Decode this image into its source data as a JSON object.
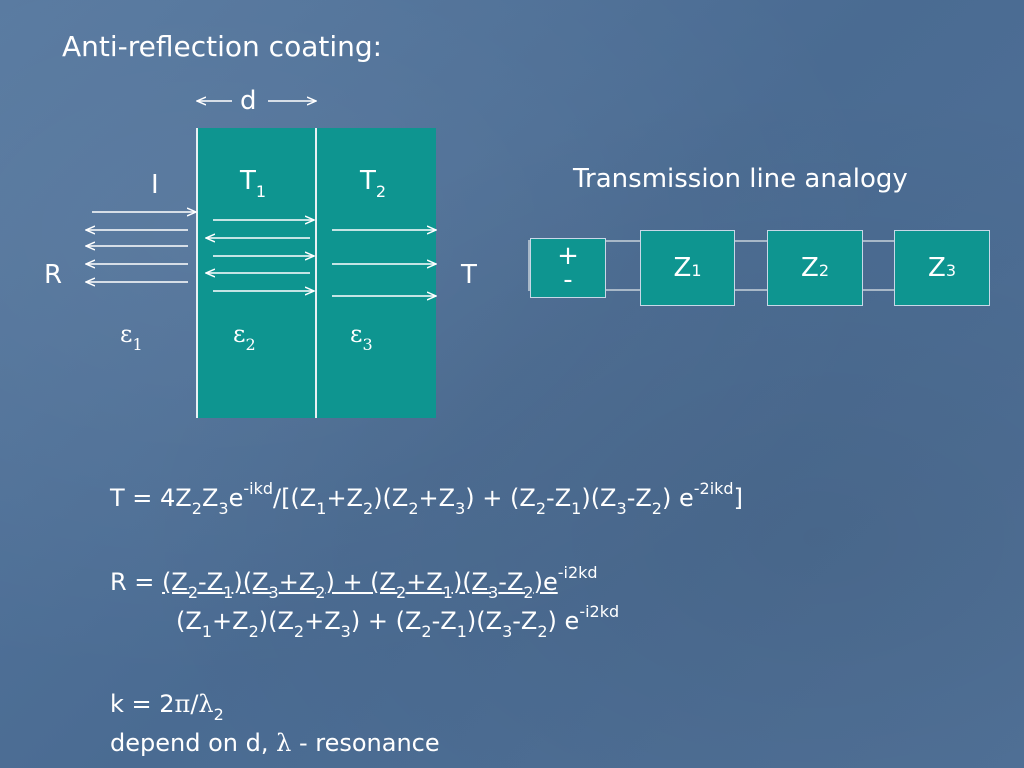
{
  "slide": {
    "title": "Anti-reflection coating:",
    "labels": {
      "d": "d",
      "incident": "I",
      "reflected": "R",
      "transmitted": "T",
      "t1_main": "T",
      "t1_sub": "1",
      "t2_main": "T",
      "t2_sub": "2",
      "eps_symbol": "ε",
      "eps1_sub": "1",
      "eps2_sub": "2",
      "eps3_sub": "3"
    },
    "analogy": {
      "title": "Transmission line analogy",
      "source_plus": "+",
      "source_minus": "-",
      "z_main": "Z",
      "z1_sub": "1",
      "z2_sub": "2",
      "z3_sub": "3"
    },
    "equations": {
      "t_eq": {
        "p1": "T = 4Z",
        "s1": "2",
        "p2": "Z",
        "s2": "3",
        "p3": "e",
        "sup1": "-ikd",
        "p4": "/[(Z",
        "s3": "1",
        "p5": "+Z",
        "s4": "2",
        "p6": ")(Z",
        "s5": "2",
        "p7": "+Z",
        "s6": "3",
        "p8": ") + (Z",
        "s7": "2",
        "p9": "-Z",
        "s8": "1",
        "p10": ")(Z",
        "s9": "3",
        "p11": "-Z",
        "s10": "2",
        "p12": ") e",
        "sup2": "-2ikd",
        "p13": "]"
      },
      "r_num": {
        "lead": "R = ",
        "p1": "(Z",
        "s1": "2",
        "p2": "-Z",
        "s2": "1",
        "p3": ")(Z",
        "s3": "3",
        "p4": "+Z",
        "s4": "2",
        "p5": ") + (Z",
        "s5": "2",
        "p6": "+Z",
        "s6": "1",
        "p7": ")(Z",
        "s7": "3",
        "p8": "-Z",
        "s8": "2",
        "p9": ")e",
        "sup": "-i2kd"
      },
      "r_den": {
        "p1": "(Z",
        "s1": "1",
        "p2": "+Z",
        "s2": "2",
        "p3": ")(Z",
        "s3": "2",
        "p4": "+Z",
        "s4": "3",
        "p5": ") + (Z",
        "s5": "2",
        "p6": "-Z",
        "s6": "1",
        "p7": ")(Z",
        "s7": "3",
        "p8": "-Z",
        "s8": "2",
        "p9": ") e",
        "sup": "-i2kd"
      },
      "k_eq": {
        "p1": "k = 2",
        "pi": "π",
        "p2": "/",
        "lambda": "λ",
        "s1": "2"
      },
      "note": {
        "p1": "depend on d, ",
        "lambda": "λ",
        "p2": " - resonance"
      }
    }
  }
}
